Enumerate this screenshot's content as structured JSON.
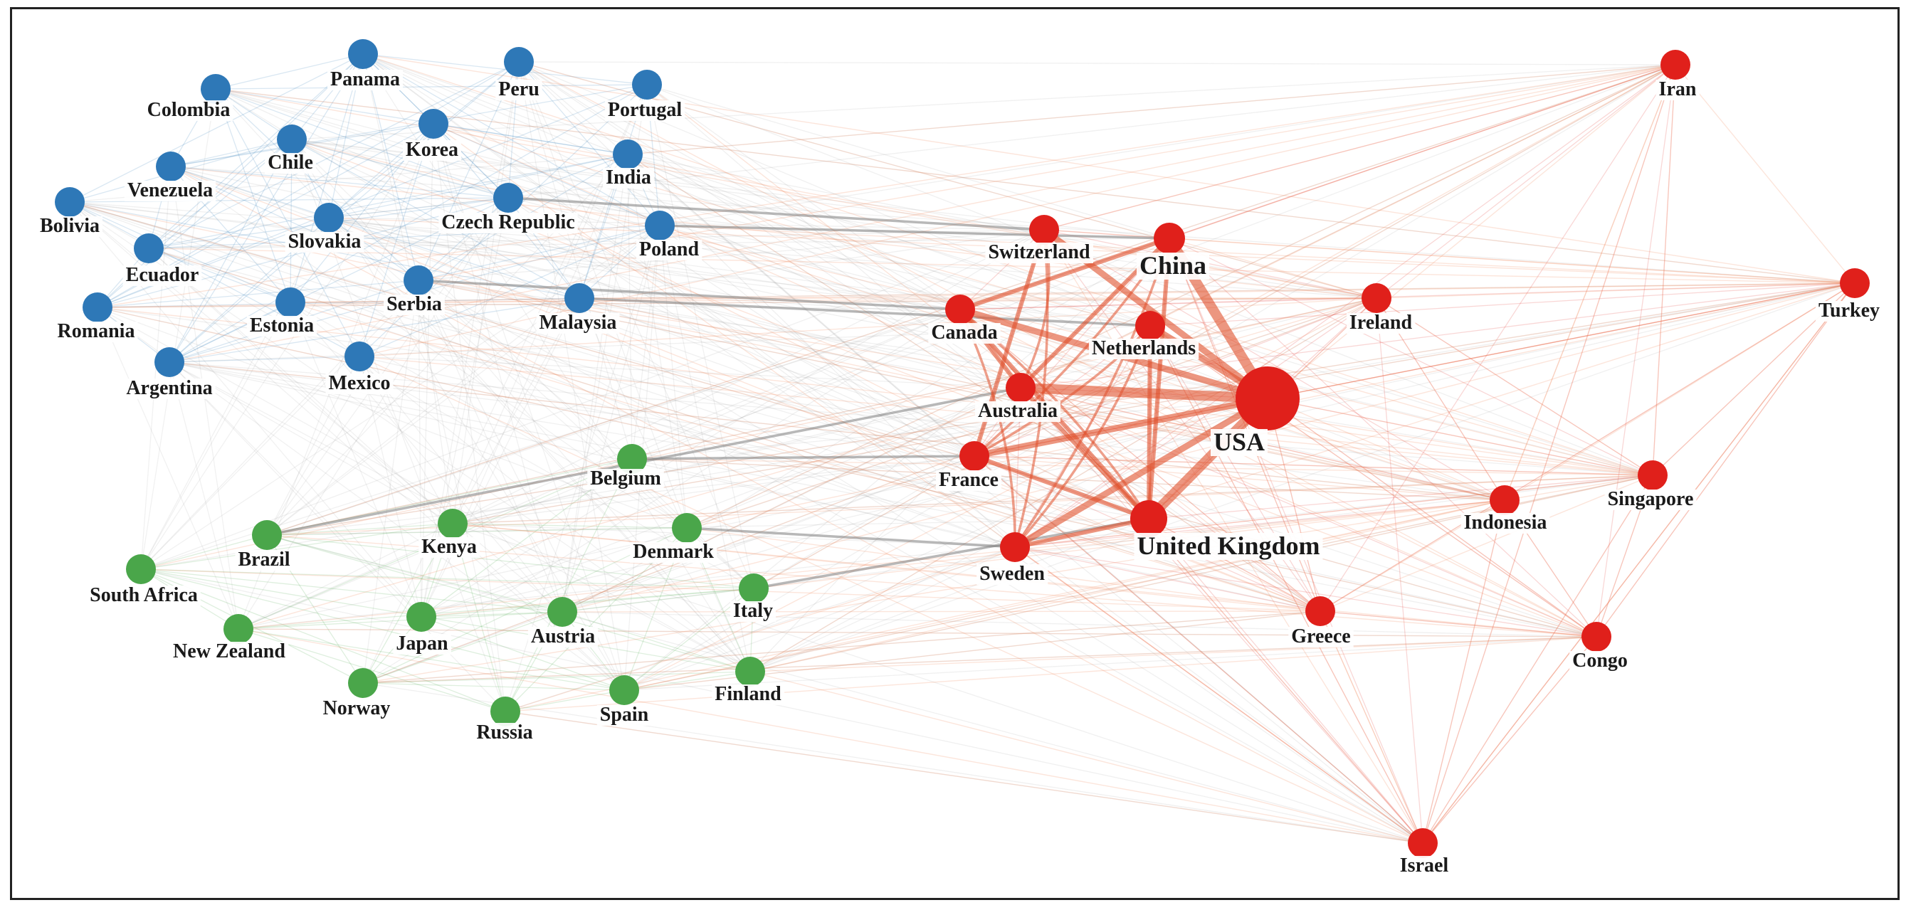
{
  "colors": {
    "blue": "#2e78b7",
    "green": "#4aa64a",
    "red": "#e0201b"
  },
  "clusters": {
    "blue": [
      "Colombia",
      "Panama",
      "Peru",
      "Portugal",
      "Chile",
      "Korea",
      "Venezuela",
      "India",
      "Bolivia",
      "Slovakia",
      "Czech Republic",
      "Ecuador",
      "Poland",
      "Romania",
      "Estonia",
      "Serbia",
      "Malaysia",
      "Argentina",
      "Mexico"
    ],
    "green": [
      "Belgium",
      "Brazil",
      "Kenya",
      "Denmark",
      "South Africa",
      "Italy",
      "New Zealand",
      "Japan",
      "Austria",
      "Norway",
      "Russia",
      "Spain",
      "Finland"
    ],
    "red": [
      "Iran",
      "Switzerland",
      "China",
      "Turkey",
      "Canada",
      "Ireland",
      "Netherlands",
      "USA",
      "Australia",
      "France",
      "Singapore",
      "Indonesia",
      "United Kingdom",
      "Sweden",
      "Greece",
      "Congo",
      "Israel"
    ]
  },
  "strong_links": [
    [
      "USA",
      "United Kingdom"
    ],
    [
      "USA",
      "Australia"
    ],
    [
      "USA",
      "China"
    ],
    [
      "USA",
      "Canada"
    ],
    [
      "USA",
      "France"
    ],
    [
      "USA",
      "Netherlands"
    ],
    [
      "USA",
      "Switzerland"
    ],
    [
      "USA",
      "Sweden"
    ],
    [
      "United Kingdom",
      "Australia"
    ],
    [
      "United Kingdom",
      "France"
    ],
    [
      "United Kingdom",
      "Netherlands"
    ],
    [
      "United Kingdom",
      "Canada"
    ],
    [
      "United Kingdom",
      "Sweden"
    ],
    [
      "United Kingdom",
      "China"
    ],
    [
      "Australia",
      "China"
    ],
    [
      "Canada",
      "China"
    ],
    [
      "France",
      "Switzerland"
    ],
    [
      "Australia",
      "Canada"
    ]
  ]
}
